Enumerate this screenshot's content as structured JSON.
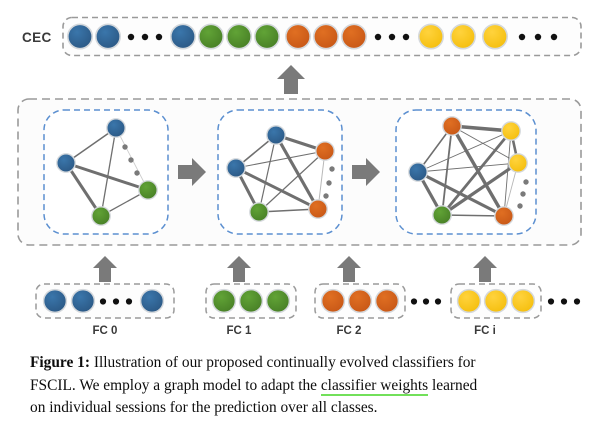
{
  "figure": {
    "title": "Illustration of continually evolved classifiers (CEC) for FSCIL",
    "cec_label": "CEC",
    "colors": {
      "blue": "#2d5f8f",
      "green": "#4f8b2b",
      "orange": "#d4601c",
      "yellow": "#f9c416",
      "node_stroke": "#c9cdd2",
      "arrow_gray": "#7a7a7a",
      "dash_gray": "#9a9a9a",
      "dash_blue": "#5b8fd0",
      "edge_gray": "#6f6f6f",
      "caption_underline": "#72e05a"
    },
    "cec_row": {
      "name": "CEC",
      "items": [
        {
          "color": "blue",
          "kind": "node"
        },
        {
          "color": "blue",
          "kind": "node"
        },
        {
          "kind": "ellipsis"
        },
        {
          "color": "blue",
          "kind": "node"
        },
        {
          "color": "green",
          "kind": "node"
        },
        {
          "color": "green",
          "kind": "node"
        },
        {
          "color": "green",
          "kind": "node"
        },
        {
          "color": "orange",
          "kind": "node"
        },
        {
          "color": "orange",
          "kind": "node"
        },
        {
          "color": "orange",
          "kind": "node"
        },
        {
          "kind": "ellipsis"
        },
        {
          "color": "yellow",
          "kind": "node"
        },
        {
          "color": "yellow",
          "kind": "node"
        },
        {
          "color": "yellow",
          "kind": "node"
        },
        {
          "kind": "ellipsis"
        }
      ]
    },
    "graph_panels": [
      {
        "id": "session-0-graph",
        "node_count": 4,
        "nodes": [
          {
            "color": "blue"
          },
          {
            "color": "blue"
          },
          {
            "color": "green"
          },
          {
            "color": "green"
          }
        ],
        "has_ellipsis": true,
        "edge_count": 6
      },
      {
        "id": "session-1-graph",
        "node_count": 5,
        "nodes": [
          {
            "color": "blue"
          },
          {
            "color": "blue"
          },
          {
            "color": "green"
          },
          {
            "color": "orange"
          },
          {
            "color": "orange"
          }
        ],
        "has_ellipsis": true,
        "edge_count": 10
      },
      {
        "id": "session-2-graph",
        "node_count": 6,
        "nodes": [
          {
            "color": "blue"
          },
          {
            "color": "green"
          },
          {
            "color": "orange"
          },
          {
            "color": "orange"
          },
          {
            "color": "yellow"
          },
          {
            "color": "yellow"
          }
        ],
        "has_ellipsis": true,
        "edge_count": 15
      }
    ],
    "fc_groups": [
      {
        "label": "FC 0",
        "items": [
          {
            "color": "blue",
            "kind": "node"
          },
          {
            "color": "blue",
            "kind": "node"
          },
          {
            "kind": "ellipsis"
          },
          {
            "color": "blue",
            "kind": "node"
          }
        ],
        "trailing_ellipsis": false
      },
      {
        "label": "FC 1",
        "items": [
          {
            "color": "green",
            "kind": "node"
          },
          {
            "color": "green",
            "kind": "node"
          },
          {
            "color": "green",
            "kind": "node"
          }
        ],
        "trailing_ellipsis": false
      },
      {
        "label": "FC 2",
        "items": [
          {
            "color": "orange",
            "kind": "node"
          },
          {
            "color": "orange",
            "kind": "node"
          },
          {
            "color": "orange",
            "kind": "node"
          }
        ],
        "trailing_ellipsis": true
      },
      {
        "label": "FC i",
        "items": [
          {
            "color": "yellow",
            "kind": "node"
          },
          {
            "color": "yellow",
            "kind": "node"
          },
          {
            "color": "yellow",
            "kind": "node"
          }
        ],
        "trailing_ellipsis": true
      }
    ]
  },
  "caption": {
    "label": "Figure 1:",
    "line1_rest": " Illustration of our proposed continually evolved classifiers for",
    "line2_a": "FSCIL. We employ a graph model to adapt the ",
    "line2_highlight": "classifier weights",
    "line2_b": " learned",
    "line3": "on individual sessions for the prediction over all classes."
  }
}
